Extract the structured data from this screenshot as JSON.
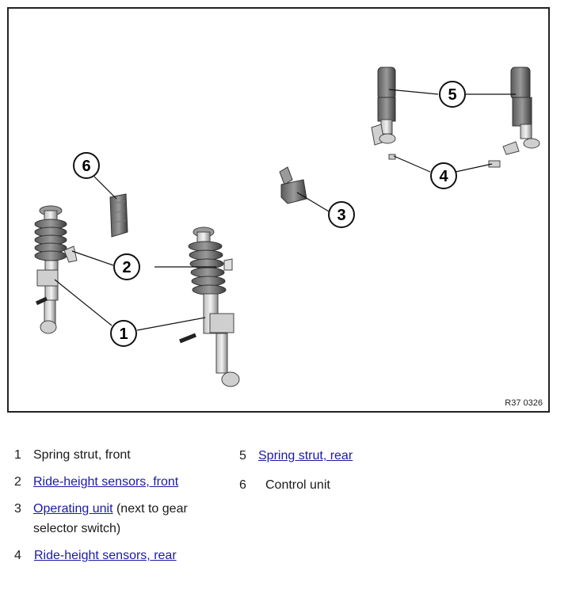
{
  "figure": {
    "reference": "R37 0326",
    "callouts": [
      "1",
      "2",
      "3",
      "4",
      "5",
      "6"
    ]
  },
  "legend": [
    {
      "num": "1",
      "link_text": "",
      "text": "Spring strut, front"
    },
    {
      "num": "2",
      "link_text": "Ride-height sensors, front",
      "text": ""
    },
    {
      "num": "3",
      "link_text": "Operating unit",
      "text": " (next to gear",
      "text2": "selector switch)"
    },
    {
      "num": "4",
      "link_text": "Ride-height sensors, rear",
      "text": ""
    },
    {
      "num": "5",
      "link_text": "Spring strut, rear",
      "text": ""
    },
    {
      "num": "6",
      "link_text": "",
      "text": "Control unit"
    }
  ],
  "colors": {
    "link": "#1a1aa6",
    "border": "#222222"
  }
}
